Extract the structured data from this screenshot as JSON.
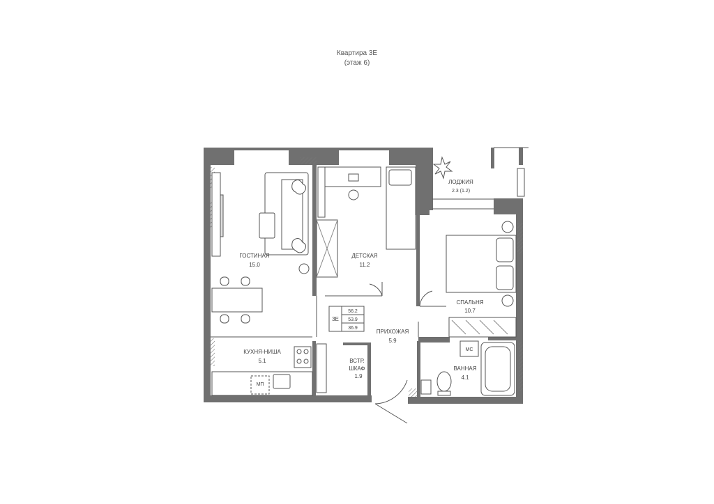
{
  "apartment": {
    "title": "Квартира 3Е",
    "floor": "(этаж 6)",
    "code": "3Е",
    "areas": [
      "56.2",
      "53.9",
      "36.9"
    ]
  },
  "rooms": {
    "living": {
      "name": "ГОСТИНАЯ",
      "area": "15.0"
    },
    "kids": {
      "name": "ДЕТСКАЯ",
      "area": "11.2"
    },
    "loggia": {
      "name": "ЛОДЖИЯ",
      "area": "2.3 (1.2)"
    },
    "bedroom": {
      "name": "СПАЛЬНЯ",
      "area": "10.7"
    },
    "hall": {
      "name": "ПРИХОЖАЯ",
      "area": "5.9"
    },
    "kitchen": {
      "name": "КУХНЯ-НИША",
      "area": "5.1"
    },
    "closet": {
      "name_1": "ВСТР.",
      "name_2": "ШКАФ",
      "area": "1.9"
    },
    "bathroom": {
      "name": "ВАННАЯ",
      "area": "4.1"
    }
  },
  "fixtures": {
    "washer": "МС",
    "dishwasher": "МП"
  },
  "colors": {
    "wall": "#707070",
    "line": "#555555",
    "hatch": "#8a8a8a"
  }
}
